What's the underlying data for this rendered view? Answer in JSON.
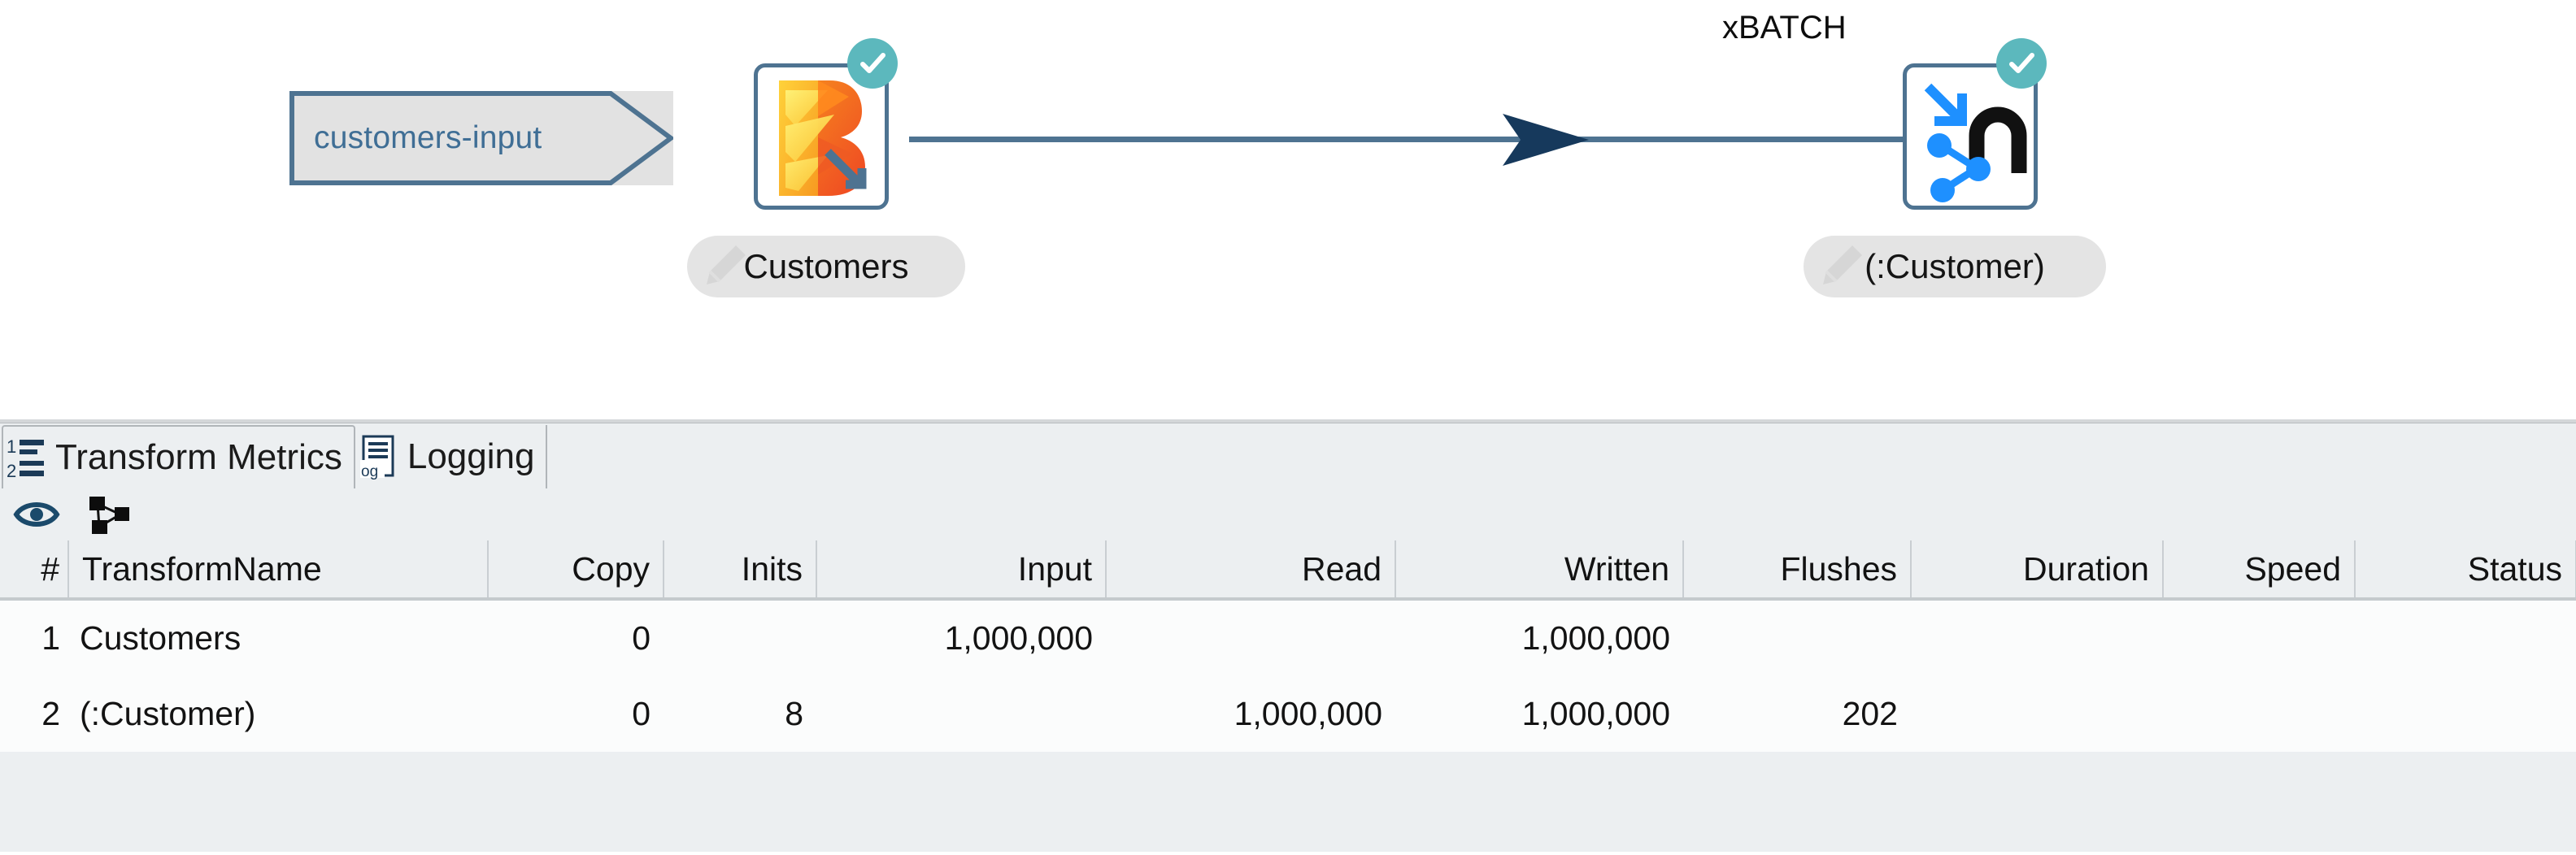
{
  "canvas": {
    "input_step": {
      "label": "customers-input",
      "icon": "input-arrow-shape"
    },
    "nodes": [
      {
        "id": "customers",
        "caption": "",
        "label": "Customers",
        "icon": "bigquery-transform-icon",
        "status_icon": "check-circle-icon",
        "edit_icon": "pencil-icon"
      },
      {
        "id": "customer-output",
        "caption": "xBATCH",
        "label": "(:Customer)",
        "icon": "neo4j-output-icon",
        "status_icon": "check-circle-icon",
        "edit_icon": "pencil-icon"
      }
    ],
    "hop": {
      "icon": "arrow-right-icon"
    },
    "colors": {
      "accent_line": "#4e7391",
      "arrow_head": "#16395c",
      "badge": "#5cb8bd",
      "shape_fill": "#e2e2e2",
      "shape_text": "#3f6e95",
      "label_pill": "#e4e4e4"
    }
  },
  "panel": {
    "tabs": [
      {
        "label": "Transform Metrics",
        "icon": "ordered-list-icon",
        "active": true
      },
      {
        "label": "Logging",
        "icon": "log-document-icon",
        "active": false
      }
    ],
    "toolbar": [
      {
        "name": "show-inactive-transforms",
        "icon": "eye-icon"
      },
      {
        "name": "show-pipeline-graph",
        "icon": "graph-nodes-icon"
      }
    ]
  },
  "table": {
    "columns": [
      {
        "key": "idx",
        "label": "#",
        "align": "right"
      },
      {
        "key": "name",
        "label": "TransformName",
        "align": "left"
      },
      {
        "key": "copy",
        "label": "Copy",
        "align": "right"
      },
      {
        "key": "inits",
        "label": "Inits",
        "align": "right"
      },
      {
        "key": "input",
        "label": "Input",
        "align": "right"
      },
      {
        "key": "read",
        "label": "Read",
        "align": "right"
      },
      {
        "key": "written",
        "label": "Written",
        "align": "right"
      },
      {
        "key": "flushes",
        "label": "Flushes",
        "align": "right"
      },
      {
        "key": "duration",
        "label": "Duration",
        "align": "right"
      },
      {
        "key": "speed",
        "label": "Speed",
        "align": "right"
      },
      {
        "key": "status",
        "label": "Status",
        "align": "right"
      }
    ],
    "rows": [
      {
        "idx": "1",
        "name": "Customers",
        "copy": "0",
        "inits": "",
        "input": "1,000,000",
        "read": "",
        "written": "1,000,000",
        "flushes": "",
        "duration": "",
        "speed": "",
        "status": ""
      },
      {
        "idx": "2",
        "name": "(:Customer)",
        "copy": "0",
        "inits": "8",
        "input": "",
        "read": "1,000,000",
        "written": "1,000,000",
        "flushes": "202",
        "duration": "",
        "speed": "",
        "status": ""
      }
    ]
  }
}
